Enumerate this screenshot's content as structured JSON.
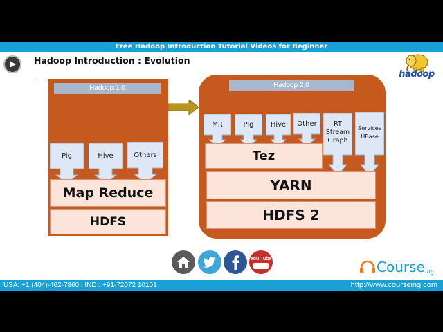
{
  "banner": {
    "title": "Free Hadoop Introduction Tutorial Videos for Beginner"
  },
  "slide": {
    "title": "Hadoop Introduction : Evolution",
    "bullet": "."
  },
  "logo": {
    "text": "hadoop"
  },
  "hadoop1": {
    "label": "Hadoop 1.0",
    "callouts": [
      "Pig",
      "Hive",
      "Others"
    ],
    "mapreduce": "Map Reduce",
    "hdfs": "HDFS"
  },
  "hadoop2": {
    "label": "Hadoop 2.0",
    "callouts": [
      "MR",
      "Pig",
      "Hive",
      "Other"
    ],
    "rt": "RT Stream Graph",
    "services": "Services HBase",
    "tez": "Tez",
    "yarn": "YARN",
    "hdfs": "HDFS 2"
  },
  "social": {
    "youtube_text": "You Tube",
    "icons": [
      "home-icon",
      "twitter-icon",
      "facebook-icon",
      "youtube-icon"
    ]
  },
  "brand": {
    "name": "Course",
    "suffix": "ing"
  },
  "footer": {
    "contact": "USA: +1 (404)-462-7860 | IND : +91-72072 10101",
    "website": "http://www.courseing.com"
  },
  "colors": {
    "accent": "#1a9fd6",
    "panel": "#c65a1e",
    "box_fill": "#fde4da",
    "callout_fill": "#dde7f5"
  }
}
